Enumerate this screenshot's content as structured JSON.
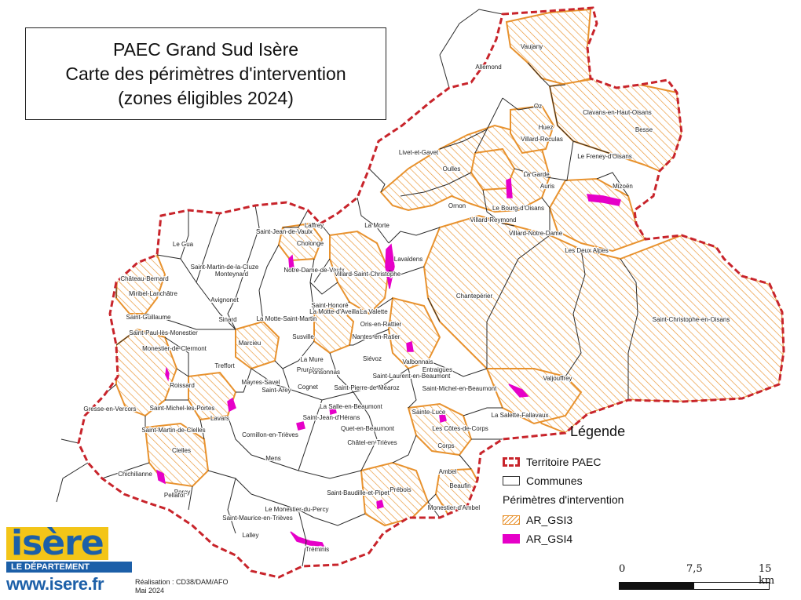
{
  "title": {
    "line1": "PAEC Grand Sud Isère",
    "line2": "Carte des périmètres d'intervention",
    "line3": "(zones éligibles 2024)"
  },
  "legend": {
    "title": "Légende",
    "territoire": "Territoire PAEC",
    "communes": "Communes",
    "perimetres_title": "Périmètres d'intervention",
    "gsi3": "AR_GSI3",
    "gsi4": "AR_GSI4"
  },
  "colors": {
    "territoire_border": "#c8242b",
    "gsi3": "#e8922e",
    "gsi4": "#e600c8",
    "commune_line": "#2a2a2a"
  },
  "scale": {
    "labels": [
      "0",
      "7,5",
      "15 km"
    ]
  },
  "logo": {
    "word": "isère",
    "subtitle": "LE DÉPARTEMENT",
    "url": "www.isere.fr"
  },
  "credits": {
    "line1": "Réalisation : CD38/DAM/AFO",
    "line2": "Mai 2024"
  },
  "communes": [
    "Vaujany",
    "Allemond",
    "Oz",
    "Clavans-en-Haut-Oisans",
    "Besse",
    "Huez",
    "Villard-Reculas",
    "Livet-et-Gavet",
    "Le Freney-d'Oisans",
    "Oulles",
    "La Garde",
    "Auris",
    "Mizoën",
    "Ornon",
    "Le Bourg-d'Oisans",
    "Villard-Reymond",
    "Villard-Notre-Dame",
    "Laffrey",
    "Saint-Jean-de-Vaulx",
    "La Morte",
    "Les Deux Alpes",
    "Le Gua",
    "Cholonge",
    "Lavaldens",
    "Saint-Martin-de-la-Cluze",
    "Monteynard",
    "Notre-Dame-de-Vaulx",
    "Villard-Saint-Christophe",
    "Château-Bernard",
    "Miribel-Lanchâtre",
    "Avignonet",
    "Chantepérier",
    "Saint-Honoré",
    "Saint-Guillaume",
    "La Motte-d'Aveillans",
    "La Valette",
    "Sinard",
    "La Motte-Saint-Martin",
    "Oris-en-Rattier",
    "Saint-Paul-lès-Monestier",
    "Saint-Christophe-en-Oisans",
    "Monestier-de-Clermont",
    "Marcieu",
    "Susville",
    "Nantes-en-Ratier",
    "Siévoz",
    "La Mure",
    "Valbonnais",
    "Prunières",
    "Treffort",
    "Entraigues",
    "Ponsonnas",
    "Mayres-Savel",
    "Saint-Laurent-en-Beaumont",
    "Gresse-en-Vercors",
    "Roissard",
    "Saint-Arey",
    "Cognet",
    "Valjouffrey",
    "Saint-Pierre-de-Méaroz",
    "Saint-Michel-en-Beaumont",
    "Saint-Michel-les-Portes",
    "La Salle-en-Beaumont",
    "Sainte-Luce",
    "Lavars",
    "Saint-Jean-d'Hérans",
    "La Salette-Fallavaux",
    "Cornillon-en-Trièves",
    "Quet-en-Beaumont",
    "Saint-Martin-de-Clelles",
    "Les Côtes-de-Corps",
    "Châtel-en-Trièves",
    "Clelles",
    "Corps",
    "Mens",
    "Chichilianne",
    "Ambel",
    "Beaufin",
    "Percy",
    "Saint-Baudille-et-Pipet",
    "Pellafol",
    "Le Monestier-du-Percy",
    "Prébois",
    "Monestier-d'Ambel",
    "Saint-Maurice-en-Trièves",
    "Lalley",
    "Tréminis"
  ]
}
